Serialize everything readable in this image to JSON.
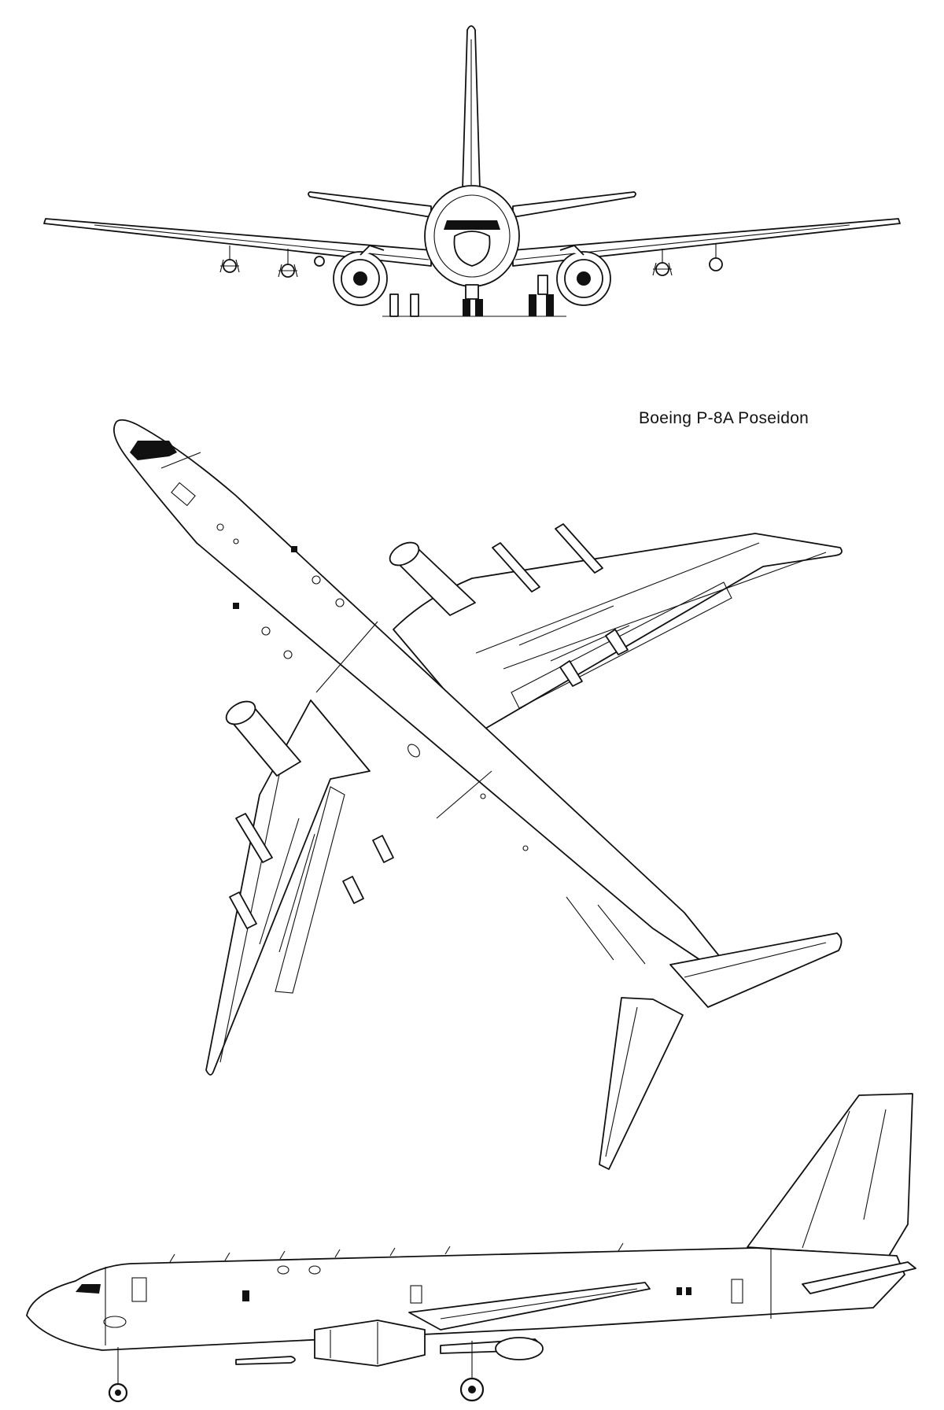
{
  "title": "Boeing P-8A Poseidon",
  "views": {
    "front": "front-view",
    "plan": "plan-view",
    "side": "side-view"
  },
  "colors": {
    "line": "#111111",
    "paper": "#ffffff"
  }
}
